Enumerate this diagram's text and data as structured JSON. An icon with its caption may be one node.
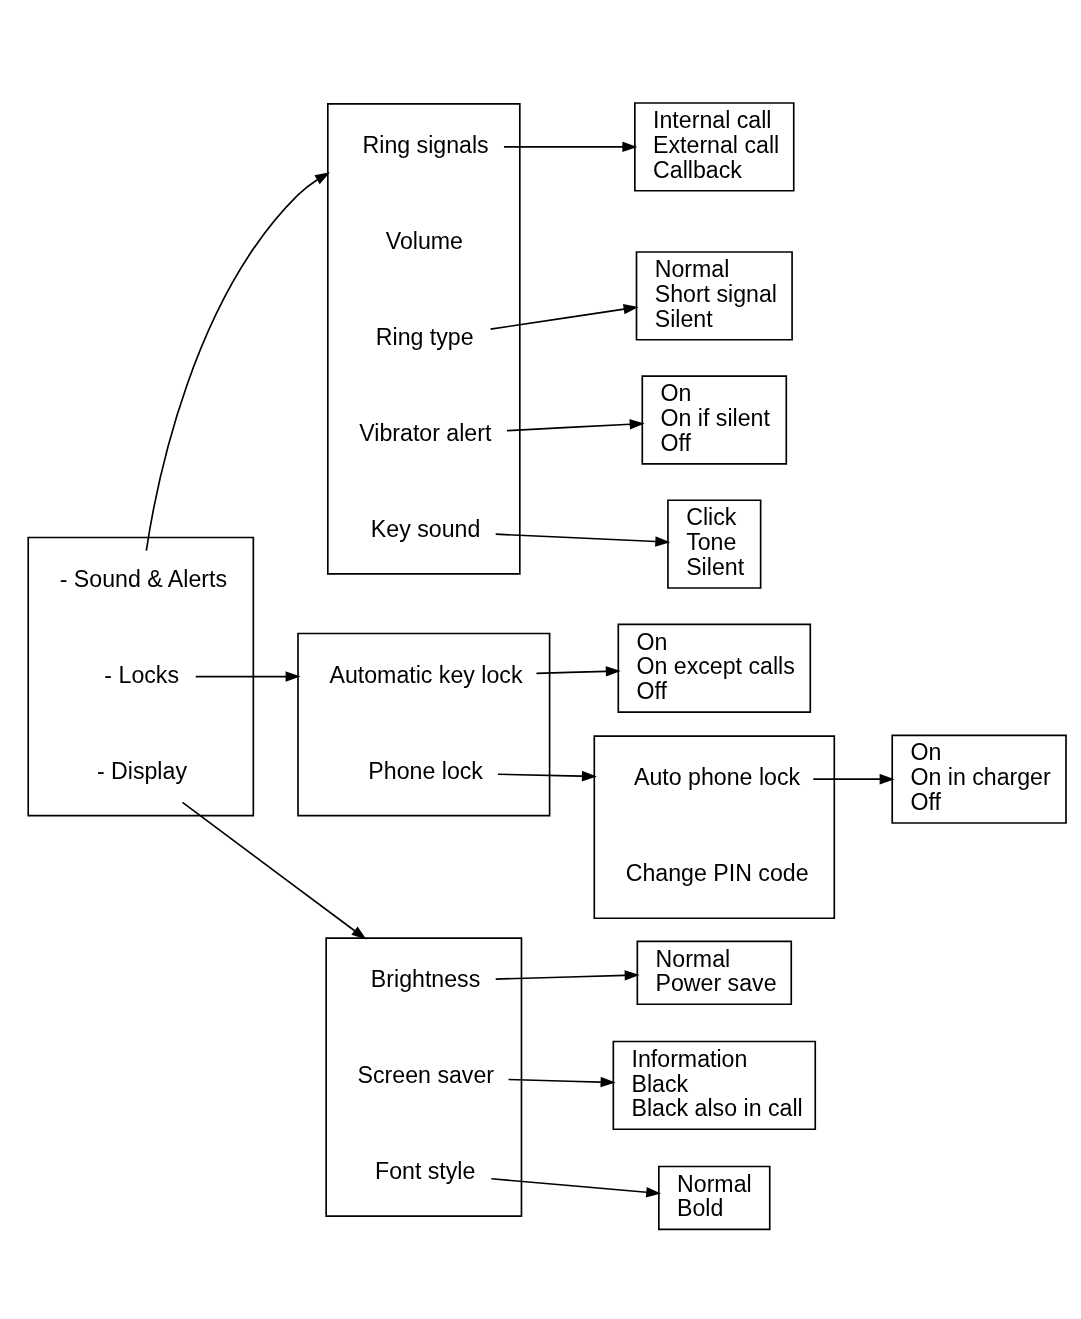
{
  "diagram": {
    "nodes": [
      {
        "text": [],
        "shape": "box"
      },
      {
        "text": [
          "- Sound & Alerts"
        ],
        "in": 0
      },
      {
        "text": [
          "- Locks"
        ],
        "in": 0
      },
      {
        "text": [
          "- Display"
        ],
        "in": 0
      },
      {
        "text": [],
        "shape": "box"
      },
      {
        "text": [
          "Ring signals"
        ],
        "in": 4
      },
      {
        "text": [
          "Volume"
        ],
        "in": 4
      },
      {
        "text": [
          "Ring type"
        ],
        "in": 4
      },
      {
        "text": [
          "Vibrator alert"
        ],
        "in": 4
      },
      {
        "text": [
          "Key sound"
        ],
        "in": 4
      },
      {
        "text": [
          "Internal call",
          "External call",
          "Callback"
        ]
      },
      {
        "text": [
          "Normal",
          "Short signal",
          "Silent"
        ]
      },
      {
        "text": [
          "On",
          "On if silent",
          "Off"
        ]
      },
      {
        "text": [
          "Click",
          "Tone",
          "Silent"
        ]
      },
      {
        "text": [],
        "shape": "box"
      },
      {
        "text": [
          "Automatic key lock"
        ],
        "in": 14
      },
      {
        "text": [
          "Phone lock"
        ],
        "in": 14
      },
      {
        "text": [
          "On",
          "On except calls",
          "Off"
        ]
      },
      {
        "text": [],
        "shape": "box"
      },
      {
        "text": [
          "Auto phone lock"
        ],
        "in": 18
      },
      {
        "text": [
          "Change PIN code"
        ],
        "in": 18
      },
      {
        "text": [
          "On",
          "On in charger",
          "Off"
        ]
      },
      {
        "text": [],
        "shape": "box"
      },
      {
        "text": [
          "Brightness"
        ],
        "in": 22
      },
      {
        "text": [
          "Screen saver"
        ],
        "in": 22
      },
      {
        "text": [
          "Font style"
        ],
        "in": 22
      },
      {
        "text": [
          "Normal",
          "Power save"
        ]
      },
      {
        "text": [
          "Information",
          "Black",
          "Black also in call"
        ]
      },
      {
        "text": [
          "Normal",
          "Bold"
        ]
      }
    ],
    "edges": [
      {
        "from": 1,
        "to": 4,
        "arrow": "to"
      },
      {
        "from": 5,
        "to": 10,
        "arrow": "to"
      },
      {
        "from": 7,
        "to": 11,
        "arrow": "to"
      },
      {
        "from": 8,
        "to": 12,
        "arrow": "to"
      },
      {
        "from": 9,
        "to": 13,
        "arrow": "to"
      },
      {
        "from": 2,
        "to": 14,
        "arrow": "to"
      },
      {
        "from": 15,
        "to": 17,
        "arrow": "to"
      },
      {
        "from": 16,
        "to": 18,
        "arrow": "to"
      },
      {
        "from": 19,
        "to": 21,
        "arrow": "to"
      },
      {
        "from": 3,
        "to": 22,
        "arrow": "to"
      },
      {
        "from": 23,
        "to": 26,
        "arrow": "to"
      },
      {
        "from": 24,
        "to": 27,
        "arrow": "to"
      },
      {
        "from": 25,
        "to": 28,
        "arrow": "to"
      }
    ]
  }
}
